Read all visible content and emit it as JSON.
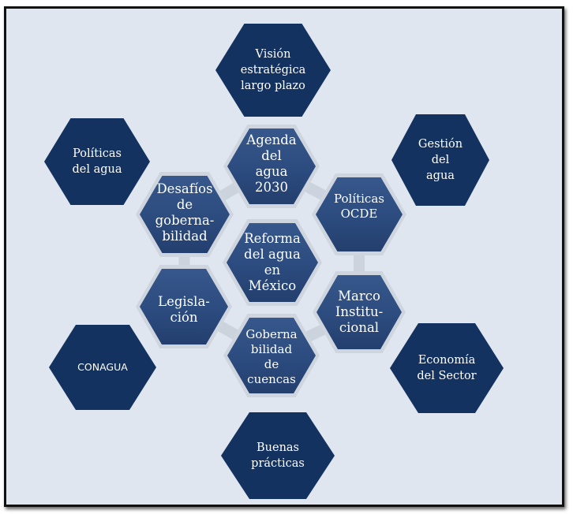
{
  "diagram": {
    "center": "Reforma\ndel agua\nen\nMéxico",
    "inner_ring": {
      "agenda": "Agenda\ndel\nagua\n2030",
      "politicas_ocde": "Políticas\nOCDE",
      "marco": "Marco\nInstitu-\ncional",
      "gobernabilidad_cuencas": "Goberna\nbilidad\nde\ncuencas",
      "legislacion": "Legisla-\nción",
      "desafios": "Desafíos\nde\ngoberna-\nbilidad"
    },
    "outer_ring": {
      "vision": "Visión\nestratégica\nlargo plazo",
      "gestion": "Gestión\ndel\nagua",
      "economia": "Economía\ndel Sector",
      "buenas": "Buenas\nprácticas",
      "conagua": "CONAGUA",
      "politicas_agua": "Políticas\ndel agua"
    },
    "colors": {
      "outer_fill": "#14325f",
      "inner_fill": "#2c4b7e",
      "inner_border": "#ced5df",
      "background": "#dfe6ef"
    }
  }
}
